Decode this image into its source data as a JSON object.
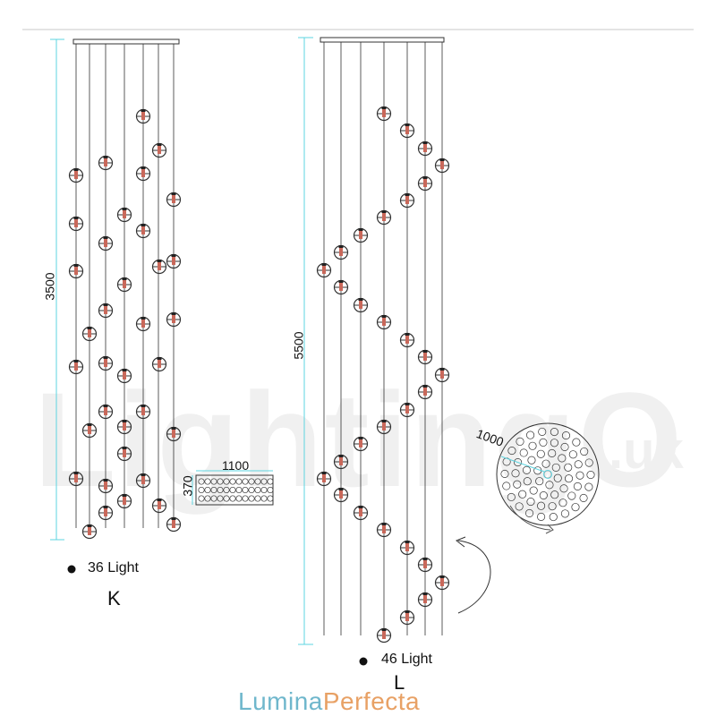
{
  "watermark": {
    "main": "LightingO",
    "suffix": ".uk"
  },
  "model_k": {
    "count_label": "36 Light",
    "letter": "K",
    "height_mm": "3500",
    "canopy_width": "1100",
    "canopy_depth": "370"
  },
  "model_l": {
    "count_label": "46 Light",
    "letter": "L",
    "height_mm": "5500",
    "canopy_diameter": "1000"
  },
  "brand": {
    "part1": "Lumina",
    "part2": "Perfecta",
    "color1": "#6fb7cc",
    "color2": "#e8a165"
  },
  "colors": {
    "dimension": "#5ed4e0",
    "line": "#333333",
    "bulb": "#c9685a"
  }
}
